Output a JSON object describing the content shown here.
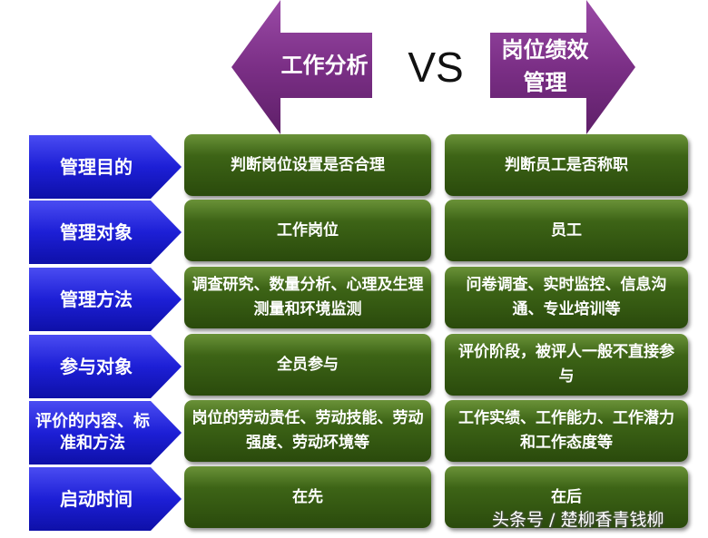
{
  "headers": {
    "left": "工作分析",
    "vs": "VS",
    "right_line1": "岗位绩效",
    "right_line2": "管理"
  },
  "colors": {
    "header_purple": "#7b2f86",
    "label_blue": "#1d1fd6",
    "cell_green": "#3d6416"
  },
  "rows": [
    {
      "label": "管理目的",
      "left": "判断岗位设置是否合理",
      "right": "判断员工是否称职"
    },
    {
      "label": "管理对象",
      "left": "工作岗位",
      "right": "员工"
    },
    {
      "label": "管理方法",
      "left": "调查研究、数量分析、心理及生理测量和环境监测",
      "right": "问卷调查、实时监控、信息沟通、专业培训等"
    },
    {
      "label": "参与对象",
      "left": "全员参与",
      "right": "评价阶段，被评人一般不直接参与"
    },
    {
      "label": "评价的内容、标准和方法",
      "left": "岗位的劳动责任、劳动技能、劳动强度、劳动环境等",
      "right": "工作实绩、工作能力、工作潜力和工作态度等"
    },
    {
      "label": "启动时间",
      "left": "在先",
      "right": "在后"
    }
  ],
  "watermark": "头条号 / 楚柳香青钱柳"
}
